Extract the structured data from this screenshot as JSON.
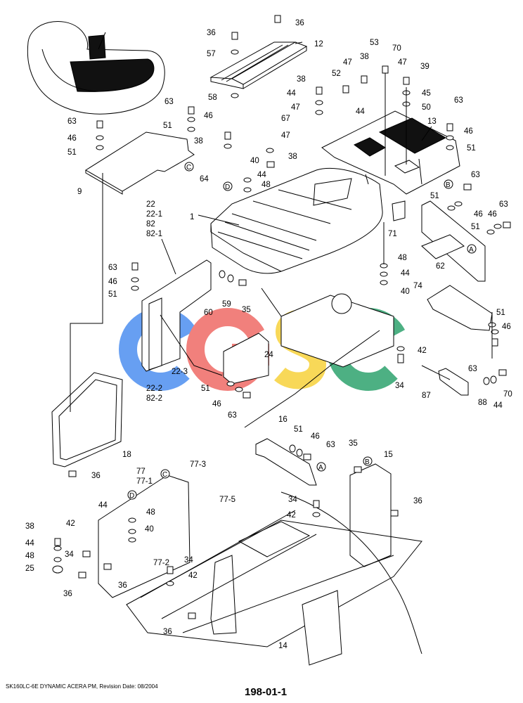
{
  "watermark": {
    "letters": [
      "C",
      "G",
      "S",
      "C"
    ],
    "colors": [
      "#4d8ff0",
      "#ef6b66",
      "#f7d23c",
      "#2ea36e"
    ]
  },
  "callouts": {
    "c36_top": "36",
    "c12": "12",
    "c36_a": "36",
    "c57": "57",
    "c58": "58",
    "c53": "53",
    "c70_top": "70",
    "c47_a": "47",
    "c38_a": "38",
    "c52": "52",
    "c44_a": "44",
    "c39": "39",
    "c45": "45",
    "c50": "50",
    "c38_b": "38",
    "c44_b": "44",
    "c47_b": "47",
    "c63_a": "63",
    "c13": "13",
    "c46_a": "46",
    "c51_a": "51",
    "c67": "67",
    "c47_c": "47",
    "c38_c": "38",
    "c40_a": "40",
    "c44_c": "44",
    "c48_a": "48",
    "c64": "64",
    "c63_b": "63",
    "c46_b": "46",
    "c51_b": "51",
    "c38_d": "38",
    "c47_d": "47",
    "c63_c": "63",
    "c46_c": "46",
    "c51_c": "51",
    "c9": "9",
    "c22": "22",
    "c22_1": "22-1",
    "c82": "82",
    "c82_1": "82-1",
    "c1": "1",
    "c71": "71",
    "c63_d": "63",
    "c51_d": "51",
    "c46_d": "46",
    "c46_e": "46",
    "c63_e": "63",
    "c51_e": "51",
    "c62": "62",
    "c63_f": "63",
    "c46_f": "46",
    "c51_f": "51",
    "c60": "60",
    "c59": "59",
    "c35_a": "35",
    "c48_b": "48",
    "c44_d": "44",
    "c40_b": "40",
    "c74": "74",
    "c51_g": "51",
    "c46_g": "46",
    "c24": "24",
    "c42_a": "42",
    "c22_3": "22-3",
    "c51_h": "51",
    "c22_2": "22-2",
    "c82_2": "82-2",
    "c46_h": "46",
    "c63_g": "63",
    "c34_a": "34",
    "c63_h": "63",
    "c87": "87",
    "c88": "88",
    "c44_e": "44",
    "c70_b": "70",
    "c18": "18",
    "c16": "16",
    "c51_i": "51",
    "c46_i": "46",
    "c63_i": "63",
    "c35_b": "35",
    "c15": "15",
    "c36_b": "36",
    "c77": "77",
    "c77_1": "77-1",
    "c77_3": "77-3",
    "c77_5": "77-5",
    "c34_b": "34",
    "c42_b": "42",
    "c36_c": "36",
    "c44_f": "44",
    "c48_c": "48",
    "c40_c": "40",
    "c38_e": "38",
    "c42_c": "42",
    "c44_g": "44",
    "c34_c": "34",
    "c48_d": "48",
    "c25": "25",
    "c36_d": "36",
    "c77_2": "77-2",
    "c34_d": "34",
    "c42_d": "42",
    "c36_e": "36",
    "c36_f": "36",
    "c14": "14"
  },
  "ref_markers": {
    "C_top": "C",
    "D_top": "D",
    "B_top": "B",
    "A_right": "A",
    "A_bracket": "A",
    "B_lower": "B",
    "C_lower": "C",
    "D_lower": "D"
  },
  "footer": {
    "model_info": "SK160LC-6E DYNAMIC ACERA PM, Revision Date: 08/2004",
    "page_code": "198-01-1"
  }
}
